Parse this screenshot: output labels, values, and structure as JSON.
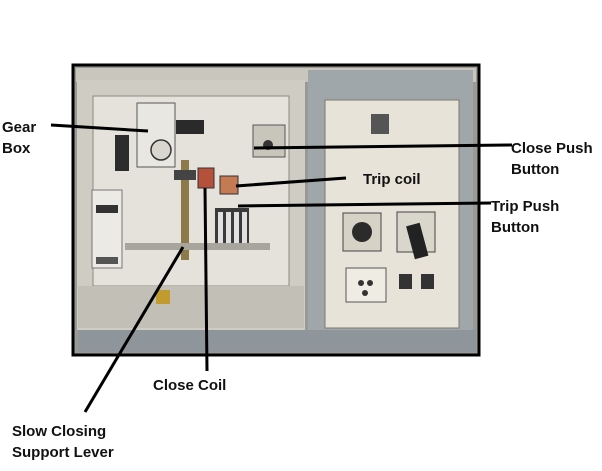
{
  "labels": {
    "gear_box": [
      "Gear",
      "Box"
    ],
    "close_push_button": [
      "Close Push",
      "Button"
    ],
    "trip_coil": [
      "Trip coil"
    ],
    "trip_push_button": [
      "Trip Push",
      "Button"
    ],
    "close_coil": [
      "Close Coil"
    ],
    "slow_closing_support_lever": [
      "Slow Closing",
      "Support Lever"
    ]
  },
  "colors": {
    "frame": "#000000",
    "cabinet": "#dcdad3",
    "panel": "#e6e2d6",
    "metal": "#b0aea6",
    "coil_red": "#b5503a"
  }
}
